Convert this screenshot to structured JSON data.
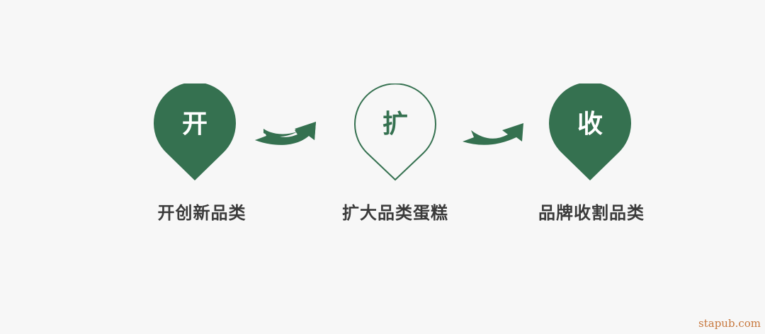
{
  "colors": {
    "background": "#f7f7f7",
    "accent_green": "#357150",
    "label_text": "#3a3a3a",
    "watermark": "#c7773c"
  },
  "steps": [
    {
      "char": "开",
      "style": "filled",
      "label": "开创新品类"
    },
    {
      "char": "扩",
      "style": "outline",
      "label": "扩大品类蛋糕"
    },
    {
      "char": "收",
      "style": "filled",
      "label": "品牌收割品类"
    }
  ],
  "connectors": [
    {
      "icon": "curved-arrow-right-icon",
      "from": 0,
      "to": 1
    },
    {
      "icon": "curved-arrow-right-icon",
      "from": 1,
      "to": 2
    }
  ],
  "watermark": "stapub.com"
}
